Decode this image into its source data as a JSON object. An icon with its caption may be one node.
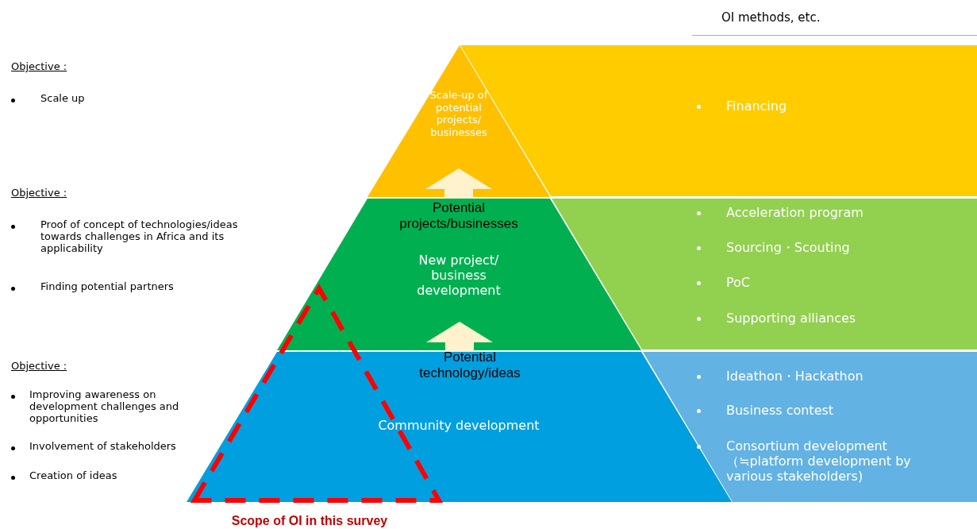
{
  "diagram": {
    "nodes": [
      {
        "text": [
          "Scale-up of potential projects/ businesses"
        ]
      },
      {
        "text": [
          "New project/ business development"
        ]
      },
      {
        "text": [
          "Community development"
        ]
      },
      {
        "text": [
          "Financing"
        ]
      },
      {
        "text": [
          "Acceleration program",
          "Sourcing・Scouting",
          "PoC",
          "Supporting alliances"
        ]
      },
      {
        "text": [
          "Ideathon・Hackathon",
          "Business contest",
          "Consortium development （≒platform development by various stakeholders)"
        ]
      },
      {
        "text": [
          "Scope of OI in this survey"
        ]
      }
    ],
    "edges": [
      {
        "from": 1,
        "to": 0,
        "arrow": "to",
        "label": "Potential projects/businesses"
      },
      {
        "from": 2,
        "to": 1,
        "arrow": "to",
        "label": "Potential technology/ideas"
      }
    ],
    "labels": [
      "OI methods, etc.",
      "Objective :",
      "Scale up",
      "Objective :",
      "Proof of concept of technologies/ideas towards challenges in Africa and its applicability",
      "Finding potential partners",
      "Objective :",
      "Improving awareness on development challenges and opportunities",
      "Involvement of stakeholders",
      "Creation of ideas"
    ]
  }
}
